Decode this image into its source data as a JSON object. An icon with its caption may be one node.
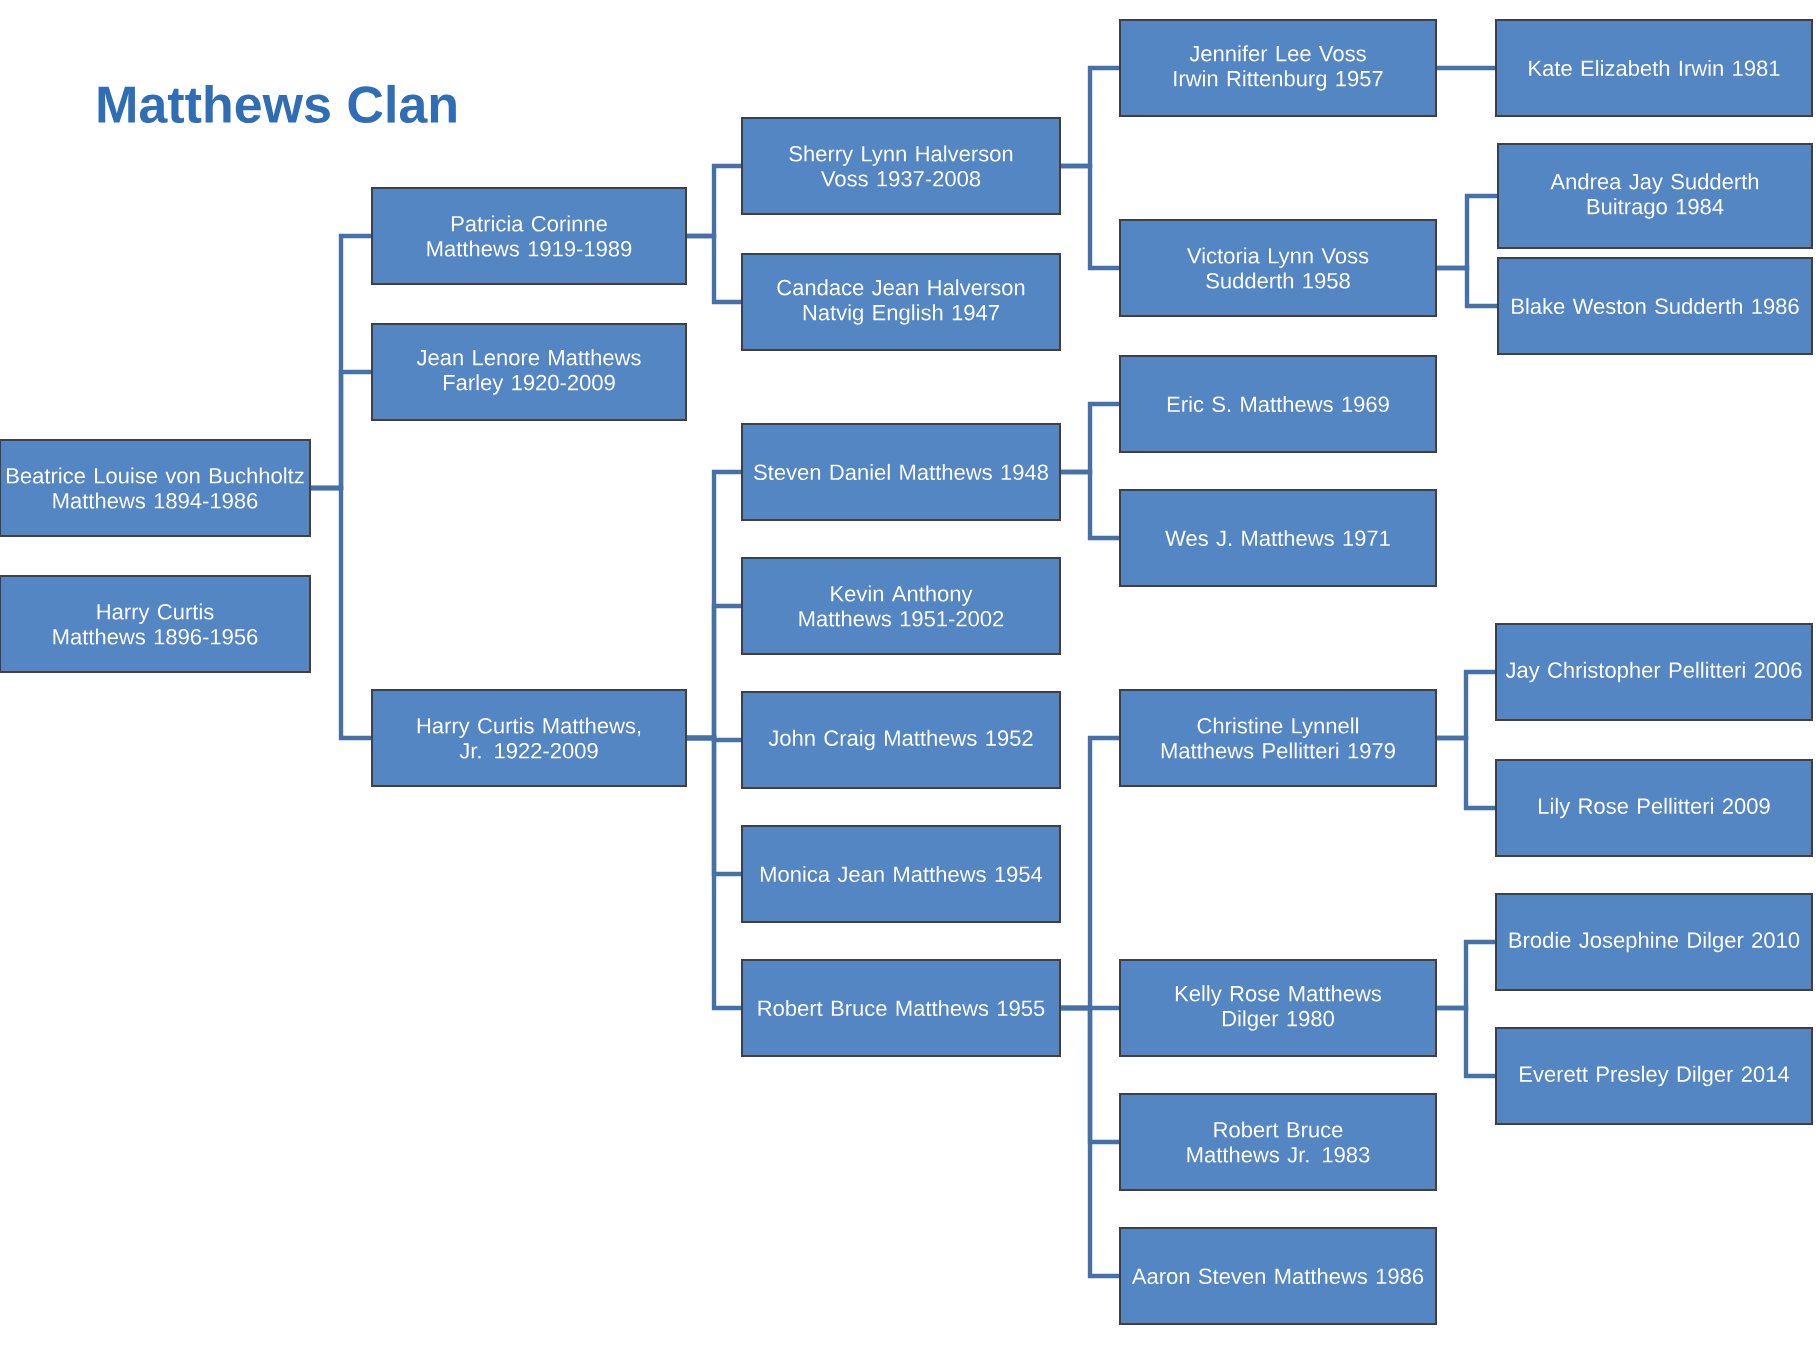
{
  "diagram": {
    "title": "Matthews Clan",
    "nodes": [
      {
        "text": [
          "Beatrice Louise von Buchholtz Matthews 1894-1986"
        ]
      },
      {
        "text": [
          "Harry Curtis Matthews 1896-1956"
        ]
      },
      {
        "text": [
          "Patricia Corinne Matthews 1919-1989"
        ]
      },
      {
        "text": [
          "Jean Lenore Matthews Farley 1920-2009"
        ]
      },
      {
        "text": [
          "Harry Curtis Matthews, Jr. 1922-2009"
        ]
      },
      {
        "text": [
          "Sherry Lynn Halverson Voss 1937-2008"
        ]
      },
      {
        "text": [
          "Candace Jean Halverson Natvig English 1947"
        ]
      },
      {
        "text": [
          "Steven Daniel Matthews 1948"
        ]
      },
      {
        "text": [
          "Kevin Anthony Matthews 1951-2002"
        ]
      },
      {
        "text": [
          "John Craig Matthews 1952"
        ]
      },
      {
        "text": [
          "Monica Jean Matthews 1954"
        ]
      },
      {
        "text": [
          "Robert Bruce Matthews 1955"
        ]
      },
      {
        "text": [
          "Jennifer Lee Voss Irwin Rittenburg 1957"
        ]
      },
      {
        "text": [
          "Victoria Lynn Voss Sudderth 1958"
        ]
      },
      {
        "text": [
          "Eric S. Matthews 1969"
        ]
      },
      {
        "text": [
          "Wes J. Matthews 1971"
        ]
      },
      {
        "text": [
          "Christine Lynnell Matthews Pellitteri 1979"
        ]
      },
      {
        "text": [
          "Kelly Rose Matthews Dilger 1980"
        ]
      },
      {
        "text": [
          "Robert Bruce Matthews Jr. 1983"
        ]
      },
      {
        "text": [
          "Aaron Steven Matthews 1986"
        ]
      },
      {
        "text": [
          "Kate Elizabeth Irwin 1981"
        ]
      },
      {
        "text": [
          "Andrea Jay Sudderth Buitrago 1984"
        ]
      },
      {
        "text": [
          "Blake Weston Sudderth 1986"
        ]
      },
      {
        "text": [
          "Jay Christopher Pellitteri 2006"
        ]
      },
      {
        "text": [
          "Lily Rose Pellitteri 2009"
        ]
      },
      {
        "text": [
          "Brodie Josephine Dilger 2010"
        ]
      },
      {
        "text": [
          "Everett Presley Dilger 2014"
        ]
      }
    ],
    "edges": [
      {
        "from": 0,
        "to": 2,
        "arrow": "none"
      },
      {
        "from": 0,
        "to": 3,
        "arrow": "none"
      },
      {
        "from": 0,
        "to": 4,
        "arrow": "none"
      },
      {
        "from": 2,
        "to": 5,
        "arrow": "none"
      },
      {
        "from": 2,
        "to": 6,
        "arrow": "none"
      },
      {
        "from": 4,
        "to": 7,
        "arrow": "none"
      },
      {
        "from": 4,
        "to": 8,
        "arrow": "none"
      },
      {
        "from": 4,
        "to": 9,
        "arrow": "none"
      },
      {
        "from": 4,
        "to": 10,
        "arrow": "none"
      },
      {
        "from": 4,
        "to": 11,
        "arrow": "none"
      },
      {
        "from": 5,
        "to": 12,
        "arrow": "none"
      },
      {
        "from": 5,
        "to": 13,
        "arrow": "none"
      },
      {
        "from": 7,
        "to": 14,
        "arrow": "none"
      },
      {
        "from": 7,
        "to": 15,
        "arrow": "none"
      },
      {
        "from": 11,
        "to": 16,
        "arrow": "none"
      },
      {
        "from": 11,
        "to": 17,
        "arrow": "none"
      },
      {
        "from": 11,
        "to": 18,
        "arrow": "none"
      },
      {
        "from": 11,
        "to": 19,
        "arrow": "none"
      },
      {
        "from": 12,
        "to": 20,
        "arrow": "none"
      },
      {
        "from": 13,
        "to": 21,
        "arrow": "none"
      },
      {
        "from": 13,
        "to": 22,
        "arrow": "none"
      },
      {
        "from": 16,
        "to": 23,
        "arrow": "none"
      },
      {
        "from": 16,
        "to": 24,
        "arrow": "none"
      },
      {
        "from": 17,
        "to": 25,
        "arrow": "none"
      },
      {
        "from": 17,
        "to": 26,
        "arrow": "none"
      }
    ]
  }
}
